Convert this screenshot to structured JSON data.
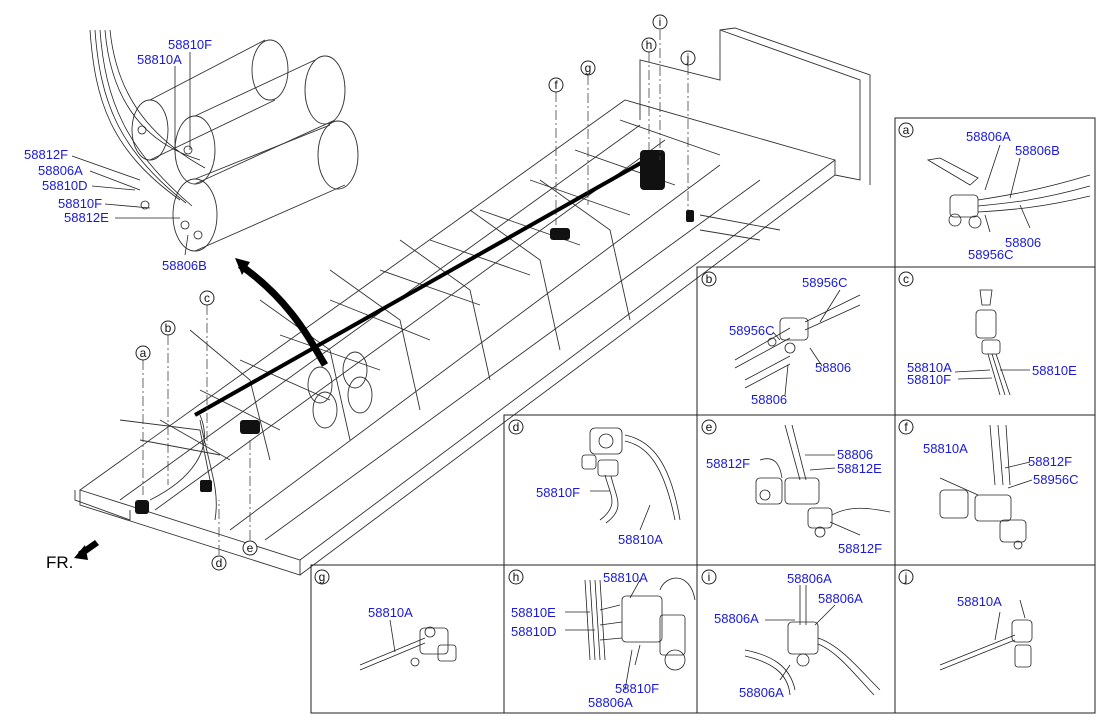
{
  "callouts": {
    "a": "a",
    "b": "b",
    "c": "c",
    "d": "d",
    "e": "e",
    "f": "f",
    "g": "g",
    "h": "h",
    "i": "i",
    "j": "j"
  },
  "front_label": "FR.",
  "main": {
    "p_58810F": "58810F",
    "p_58810A": "58810A",
    "p_58812F": "58812F",
    "p_58806A": "58806A",
    "p_58810D": "58810D",
    "p_58810F_2": "58810F",
    "p_58812E": "58812E",
    "p_58806B": "58806B"
  },
  "panel_a": {
    "p1": "58806A",
    "p2": "58806B",
    "p3": "58806",
    "p4": "58956C"
  },
  "panel_b": {
    "p1": "58956C",
    "p2": "58956C",
    "p3": "58806",
    "p4": "58806"
  },
  "panel_c": {
    "p1": "58810A",
    "p2": "58810F",
    "p3": "58810E"
  },
  "panel_d": {
    "p1": "58810F",
    "p2": "58810A"
  },
  "panel_e": {
    "p1": "58806",
    "p2": "58812F",
    "p3": "58812E",
    "p4": "58812F"
  },
  "panel_f": {
    "p1": "58810A",
    "p2": "58812F",
    "p3": "58956C"
  },
  "panel_g": {
    "p1": "58810A"
  },
  "panel_h": {
    "p1": "58810A",
    "p2": "58810E",
    "p3": "58810D",
    "p4": "58810F",
    "p5": "58806A"
  },
  "panel_i": {
    "p1": "58806A",
    "p2": "58806A",
    "p3": "58806A",
    "p4": "58806A"
  },
  "panel_j": {
    "p1": "58810A"
  }
}
